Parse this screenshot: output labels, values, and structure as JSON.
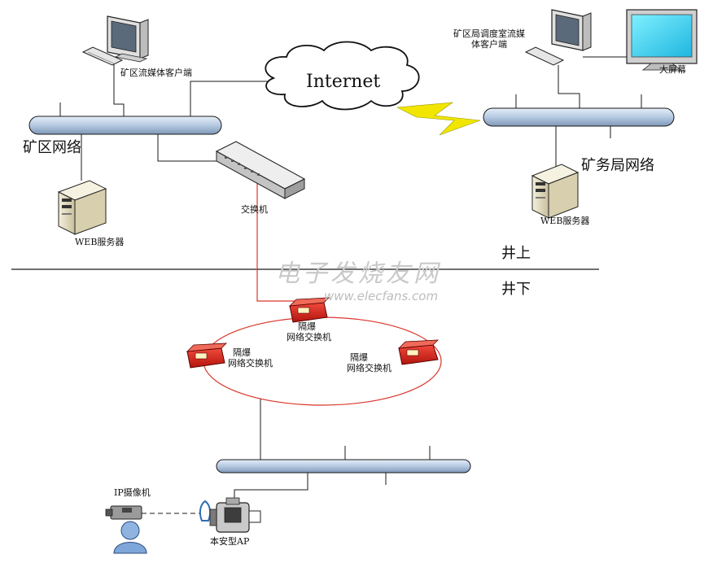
{
  "labels": {
    "internet": "Internet",
    "mine_client": "矿区流媒体客户端",
    "bureau_client_line1": "矿区局调度室流媒",
    "bureau_client_line2": "体客户端",
    "big_screen": "大屏幕",
    "mine_network": "矿区网络",
    "bureau_network": "矿务局网络",
    "switch": "交换机",
    "web_server_left": "WEB服务器",
    "web_server_right": "WEB服务器",
    "above_ground": "井上",
    "underground": "井下",
    "fp_switch_top_line1": "隔爆",
    "fp_switch_top_line2": "网络交换机",
    "fp_switch_left_line1": "隔爆",
    "fp_switch_left_line2": "网络交换机",
    "fp_switch_right_line1": "隔爆",
    "fp_switch_right_line2": "网络交换机",
    "ip_camera": "IP摄像机",
    "safe_ap": "本安型AP"
  },
  "watermark": {
    "cn": "电子发烧友网",
    "url": "www.elecfans.com"
  },
  "colors": {
    "bus_fill": "#b8cce4",
    "bus_stroke": "#1a1a1a",
    "ring": "#d9362b",
    "device_red": "#d9231b",
    "bolt": "#f2e600"
  }
}
